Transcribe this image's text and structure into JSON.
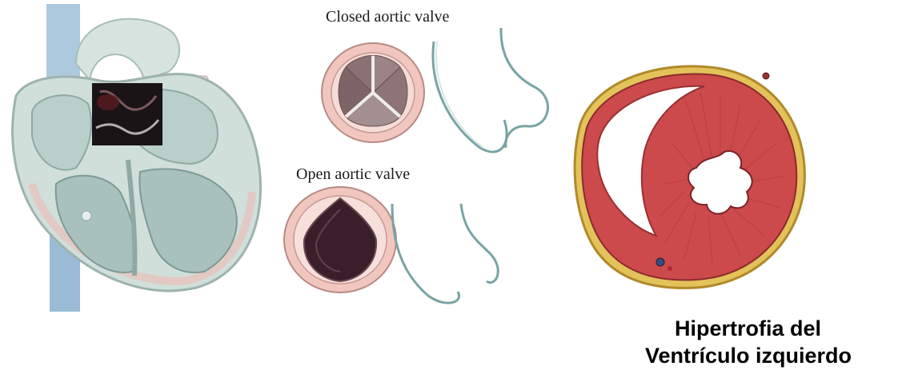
{
  "labels": {
    "closed_valve": "Closed aortic valve",
    "open_valve": "Open aortic valve"
  },
  "caption": {
    "line1": "Hipertrofia del",
    "line2": "Ventrículo  izquierdo"
  },
  "colors": {
    "heart_tissue": "#c9d9d5",
    "heart_outline": "#8ea8a3",
    "vessel_blue": "#7fa9c9",
    "valve_rim": "#e8a9a0",
    "valve_dark": "#3a1f2a",
    "myocardium": "#c8474a",
    "pericardium_fat": "#d9b84a",
    "artery_line": "#6f9696"
  }
}
